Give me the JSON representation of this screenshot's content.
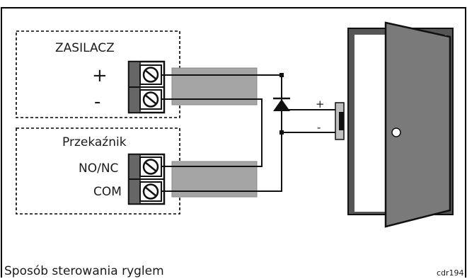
{
  "power_supply": {
    "title": "ZASILACZ",
    "plus_label": "+",
    "minus_label": "-"
  },
  "relay": {
    "title": "Przekaźnik",
    "no_nc_label": "NO/NC",
    "com_label": "COM"
  },
  "lock": {
    "plus_label": "+",
    "minus_label": "-"
  },
  "caption": "Sposób sterowania ryglem",
  "figure_code": "cdr194",
  "colors": {
    "frame": "#000000",
    "door_frame": "#555555",
    "door_leaf": "#7a7a7a",
    "cable": "#a5a5a5",
    "lock_body": "#c0c0c0",
    "wire": "#111111"
  },
  "icons": [
    "screw-terminal-icon",
    "diode-icon",
    "door-icon",
    "door-knob-icon",
    "electric-strike-icon"
  ]
}
